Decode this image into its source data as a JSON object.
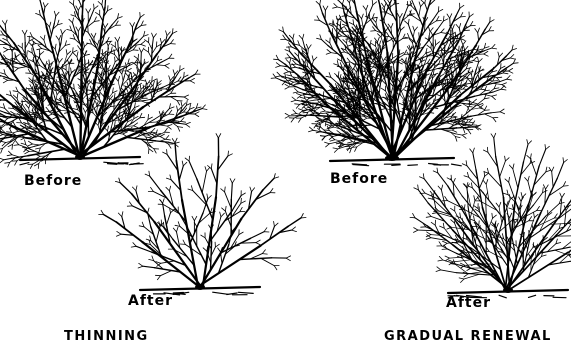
{
  "panels": {
    "thinning": {
      "before_label": "Before",
      "after_label": "After",
      "caption": "THINNING"
    },
    "gradual_renewal": {
      "before_label": "Before",
      "after_label": "After",
      "caption": "GRADUAL RENEWAL"
    }
  },
  "colors": {
    "ink": "#000000",
    "background": "#ffffff"
  }
}
